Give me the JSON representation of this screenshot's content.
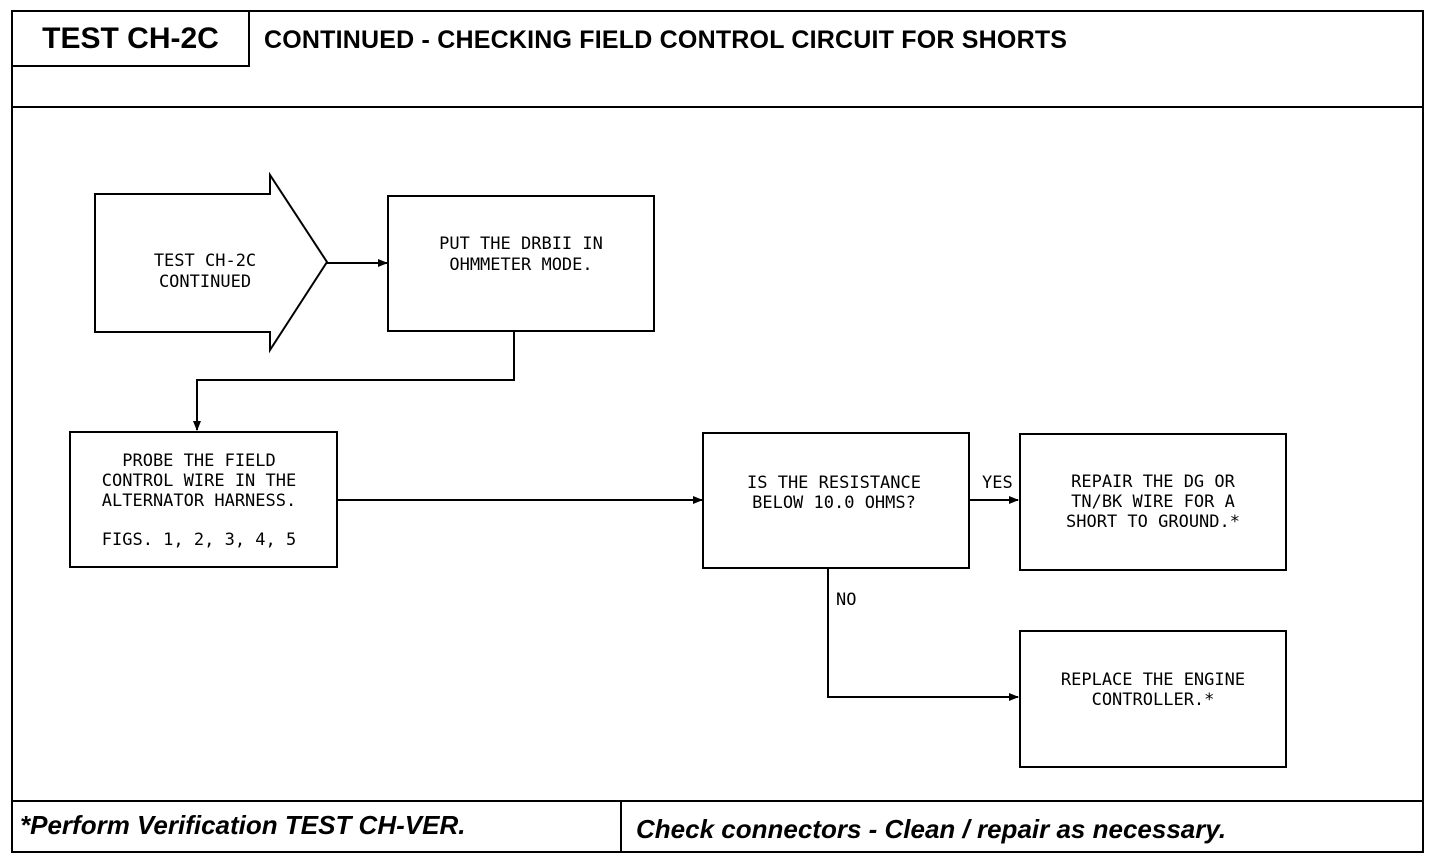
{
  "header": {
    "test_id": "TEST CH-2C",
    "title": "CONTINUED - CHECKING FIELD CONTROL CIRCUIT FOR SHORTS"
  },
  "flow": {
    "start": [
      "TEST CH-2C",
      "CONTINUED"
    ],
    "step1": [
      "PUT THE DRBII IN",
      "OHMMETER MODE."
    ],
    "step2": [
      "PROBE THE FIELD",
      "CONTROL WIRE IN THE",
      "ALTERNATOR HARNESS."
    ],
    "step2_figs": "FIGS. 1, 2, 3, 4, 5",
    "question": [
      "IS THE RESISTANCE",
      "BELOW 10.0 OHMS?"
    ],
    "yes_label": "YES",
    "no_label": "NO",
    "yes_action": [
      "REPAIR THE DG OR",
      "TN/BK WIRE FOR A",
      "SHORT TO GROUND.*"
    ],
    "no_action": [
      "REPLACE THE ENGINE",
      "CONTROLLER.*"
    ]
  },
  "footer": {
    "left": "*Perform Verification TEST CH-VER.",
    "right": "Check connectors - Clean / repair as necessary."
  }
}
